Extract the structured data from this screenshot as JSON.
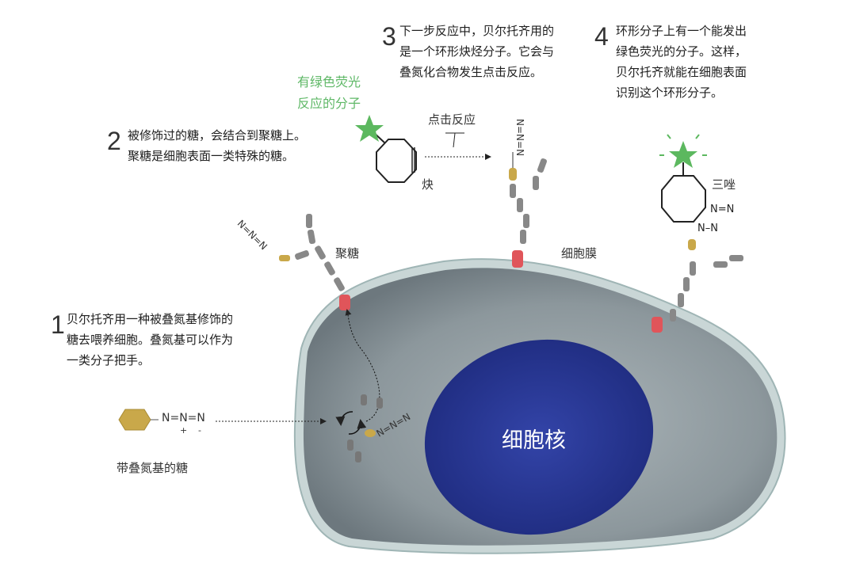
{
  "steps": [
    {
      "number": "1",
      "lines": [
        "贝尔托齐用一种被叠氮基修饰的",
        "糖去喂养细胞。叠氮基可以作为",
        "一类分子把手。"
      ]
    },
    {
      "number": "2",
      "lines": [
        "被修饰过的糖，会结合到聚糖上。",
        "聚糖是细胞表面一类特殊的糖。"
      ]
    },
    {
      "number": "3",
      "lines": [
        "下一步反应中，贝尔托齐用的",
        "是一个环形炔烃分子。它会与",
        "叠氮化合物发生点击反应。"
      ]
    },
    {
      "number": "4",
      "lines": [
        "环形分子上有一个能发出",
        "绿色荧光的分子。这样，",
        "贝尔托齐就能在细胞表面",
        "识别这个环形分子。"
      ]
    }
  ],
  "labels": {
    "fluorescent": [
      "有绿色荧光",
      "反应的分子"
    ],
    "click_reaction": "点击反应",
    "alkyne": "炔",
    "triazole": "三唑",
    "glycan": "聚糖",
    "membrane": "细胞膜",
    "nucleus": "细胞核",
    "azide_sugar": "带叠氮基的糖",
    "azide": "N=N=N",
    "plus": "+",
    "minus": "-"
  },
  "colors": {
    "green": "#5cb85f",
    "sugar": "#c9a84a",
    "glycan": "#8a8a8a",
    "anchor": "#e0555a",
    "nucleus": "#2a3b9a",
    "cell": "#8e9aa0"
  }
}
